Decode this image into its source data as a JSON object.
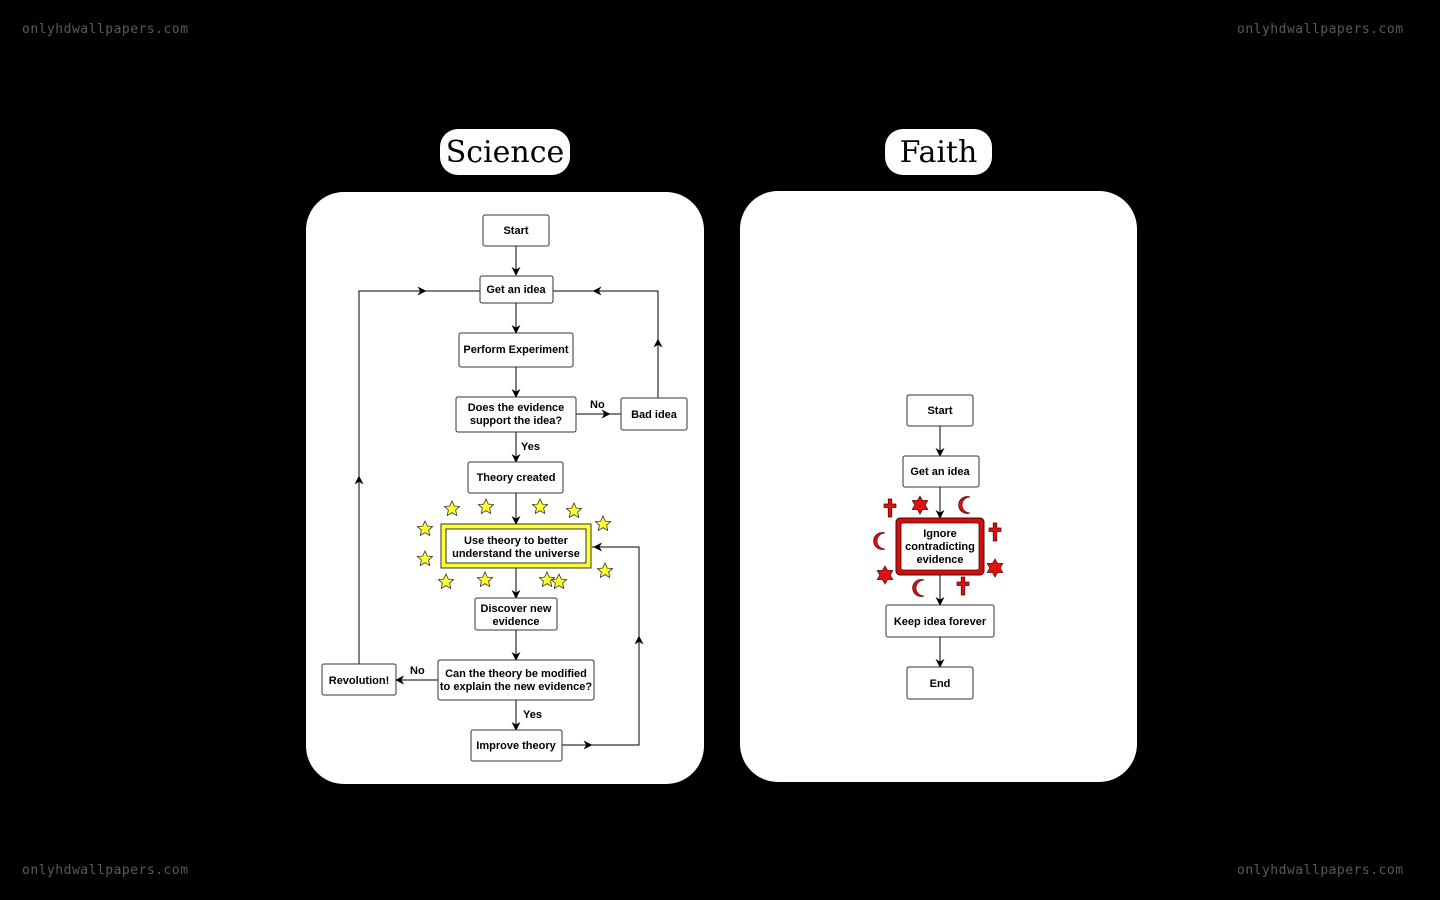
{
  "watermark": "onlyhdwallpapers.com",
  "colors": {
    "background": "#000000",
    "panel": "#ffffff",
    "highlight_science": "#ffff33",
    "highlight_faith": "#cc1111"
  },
  "science": {
    "title": "Science",
    "nodes": {
      "start": "Start",
      "get_idea": "Get an idea",
      "perform": "Perform Experiment",
      "evidence_1": "Does the evidence",
      "evidence_2": "support the idea?",
      "bad_idea": "Bad idea",
      "theory_created": "Theory created",
      "use_theory_1": "Use theory to better",
      "use_theory_2": "understand the universe",
      "discover_1": "Discover new",
      "discover_2": "evidence",
      "modify_1": "Can the theory be modified",
      "modify_2": "to explain the new evidence?",
      "revolution": "Revolution!",
      "improve": "Improve theory"
    },
    "edge_labels": {
      "no_1": "No",
      "yes_1": "Yes",
      "no_2": "No",
      "yes_2": "Yes"
    },
    "decorations": "star-icon"
  },
  "faith": {
    "title": "Faith",
    "nodes": {
      "start": "Start",
      "get_idea": "Get an idea",
      "ignore_1": "Ignore",
      "ignore_2": "contradicting",
      "ignore_3": "evidence",
      "keep": "Keep idea forever",
      "end": "End"
    },
    "decorations": [
      "cross-icon",
      "star-of-david-icon",
      "crescent-icon"
    ]
  }
}
